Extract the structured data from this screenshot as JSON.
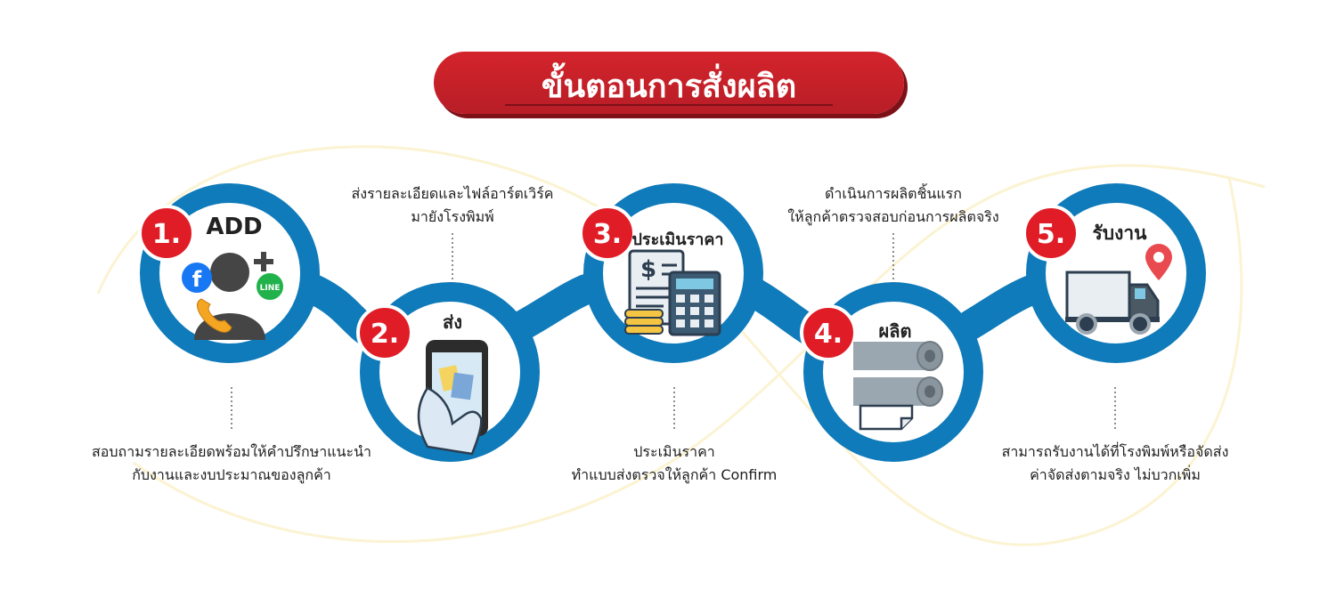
{
  "title": "ขั้นตอนการสั่งผลิต",
  "colors": {
    "ring_blue": "#0f7bba",
    "badge_red": "#e01d26",
    "banner_red": "#c8202a",
    "banner_shadow": "#7e1118"
  },
  "steps": [
    {
      "number": "1.",
      "title": "ADD",
      "icon": "user-contact-social-icon",
      "description": [
        "สอบถามรายละเอียดพร้อมให้คำปรึกษาแนะนำ",
        "กับงานและงบประมาณของลูกค้า"
      ]
    },
    {
      "number": "2.",
      "title": "ส่ง",
      "icon": "smartphone-upload-icon",
      "description": [
        "ส่งรายละเอียดและไฟล์อาร์ตเวิร์ค",
        "มายังโรงพิมพ์"
      ]
    },
    {
      "number": "3.",
      "title": "ประเมินราคา",
      "icon": "invoice-calculator-coins-icon",
      "description": [
        "ประเมินราคา",
        "ทำแบบส่งตรวจให้ลูกค้า Confirm"
      ]
    },
    {
      "number": "4.",
      "title": "ผลิต",
      "icon": "paper-rolls-icon",
      "description": [
        "ดำเนินการผลิตชิ้นแรก",
        "ให้ลูกค้าตรวจสอบก่อนการผลิตจริง"
      ]
    },
    {
      "number": "5.",
      "title": "รับงาน",
      "icon": "delivery-truck-location-icon",
      "description": [
        "สามารถรับงานได้ที่โรงพิมพ์หรือจัดส่ง",
        "ค่าจัดส่งตามจริง ไม่บวกเพิ่ม"
      ]
    }
  ]
}
